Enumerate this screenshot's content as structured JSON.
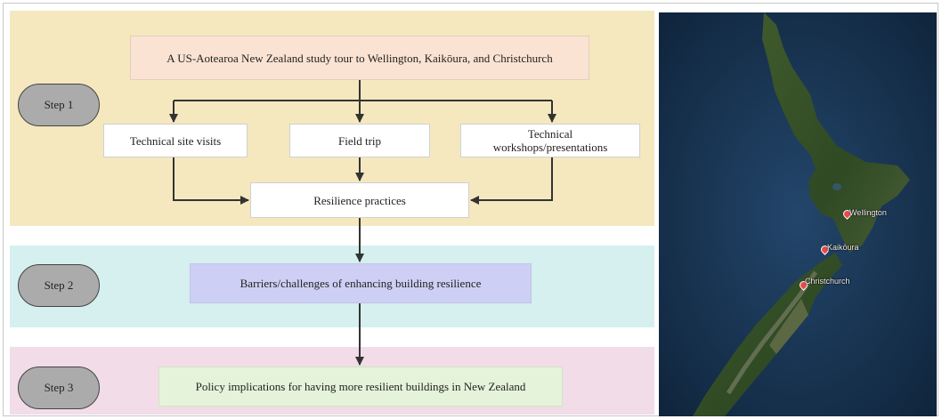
{
  "steps": {
    "step1": "Step 1",
    "step2": "Step 2",
    "step3": "Step 3"
  },
  "boxes": {
    "study_tour": "A US-Aotearoa New Zealand study tour to Wellington, Kaikōura, and Christchurch",
    "site_visits": "Technical site visits",
    "field_trip": "Field trip",
    "workshops_line1": "Technical",
    "workshops_line2": "workshops/presentations",
    "resilience_practices": "Resilience practices",
    "barriers": "Barriers/challenges of enhancing building resilience",
    "policy": "Policy implications for having more resilient buildings in New Zealand"
  },
  "map": {
    "locations": [
      "Wellington",
      "Kaikōura",
      "Christchurch"
    ]
  },
  "colors": {
    "step1_band": "#f5e8bf",
    "step2_band": "#d5f0ee",
    "step3_band": "#f2dce8",
    "step_pill": "#ababab",
    "title_box": "#fbe3d3",
    "barrier_box": "#cdd0f4",
    "policy_box": "#e4f3da",
    "pin": "#e84a4a"
  }
}
